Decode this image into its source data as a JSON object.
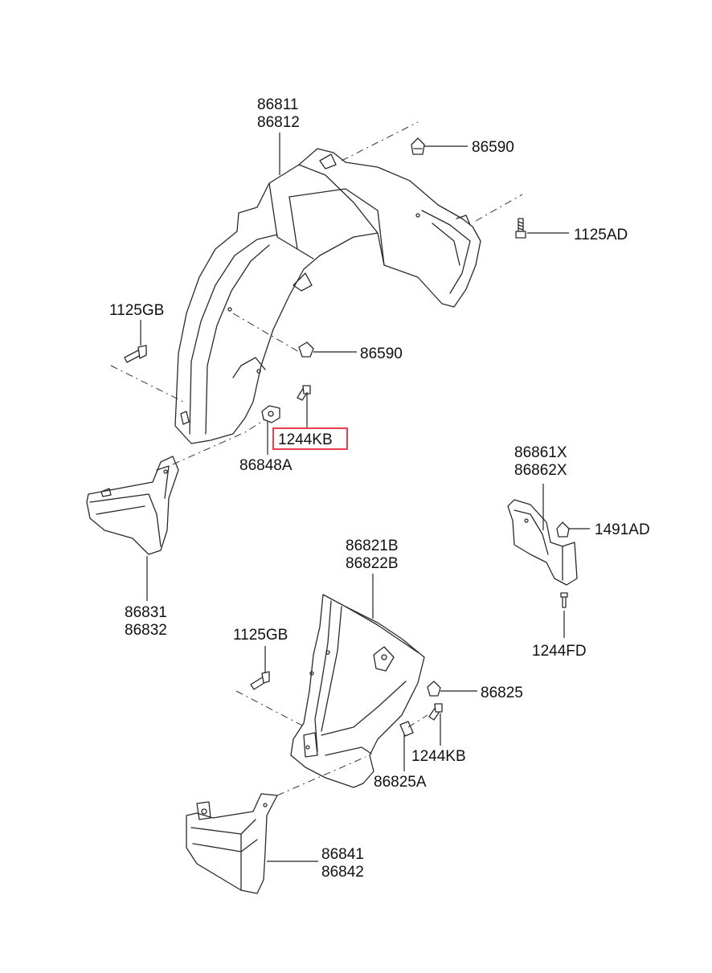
{
  "labels": {
    "l86811": "86811",
    "l86812": "86812",
    "l86590a": "86590",
    "l1125ad": "1125AD",
    "l1125gb_top": "1125GB",
    "l86590b": "86590",
    "l1244kb_top": "1244KB",
    "l86848a": "86848A",
    "l86861x": "86861X",
    "l86862x": "86862X",
    "l1491ad": "1491AD",
    "l86831": "86831",
    "l86832": "86832",
    "l86821b": "86821B",
    "l86822b": "86822B",
    "l1125gb_bot": "1125GB",
    "l86825": "86825",
    "l1244kb_bot": "1244KB",
    "l86825a": "86825A",
    "l1244fd": "1244FD",
    "l86841": "86841",
    "l86842": "86842"
  },
  "colors": {
    "highlight": "#e8283a",
    "line": "#2a2a2a"
  }
}
